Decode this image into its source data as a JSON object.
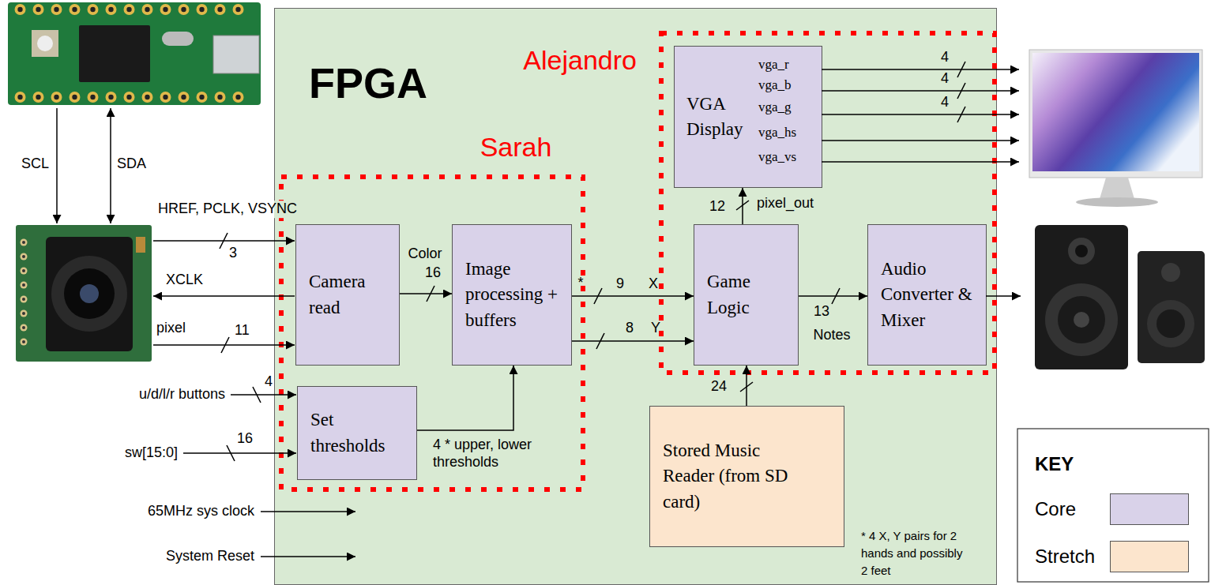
{
  "diagram": {
    "nodes": [
      {
        "text": [
          "FPGA"
        ]
      },
      {
        "text": [
          "Alejandro"
        ],
        "in": 0
      },
      {
        "text": [
          "VGA Display",
          "vga_r",
          "vga_b",
          "vga_g",
          "vga_hs",
          "vga_vs"
        ],
        "in": 1
      },
      {
        "text": [
          "Sarah"
        ],
        "in": 0
      },
      {
        "text": [
          "Camera read"
        ],
        "in": 3
      },
      {
        "text": [
          "Image processing + buffers"
        ],
        "in": 3
      },
      {
        "text": [
          "Set thresholds"
        ],
        "in": 3
      },
      {
        "text": [
          "Game Logic"
        ],
        "in": 1
      },
      {
        "text": [
          "Audio Converter & Mixer"
        ],
        "in": 1
      },
      {
        "text": [
          "Stored Music Reader (from SD card)"
        ],
        "in": 0
      }
    ],
    "edges": [
      {
        "from": 4,
        "to": 5,
        "arrow": "to",
        "label": "Color"
      },
      {
        "from": 6,
        "to": 5,
        "arrow": "to",
        "label": "4 * upper, lower thresholds"
      },
      {
        "from": 5,
        "to": 7,
        "arrow": "to",
        "label": "X"
      },
      {
        "from": 5,
        "to": 7,
        "arrow": "to",
        "label": "Y"
      },
      {
        "from": 7,
        "to": 2,
        "arrow": "to",
        "label": "pixel_out"
      },
      {
        "from": 7,
        "to": 8,
        "arrow": "to",
        "label": "Notes"
      },
      {
        "from": 9,
        "to": 7,
        "arrow": "to"
      }
    ],
    "labels": [
      "SCL",
      "SDA",
      "HREF, PCLK, VSYNC",
      "3",
      "XCLK",
      "pixel",
      "11",
      "u/d/l/r buttons",
      "4",
      "sw[15:0]",
      "16",
      "65MHz sys clock",
      "System Reset",
      "16",
      "*",
      "9",
      "8",
      "12",
      "13",
      "24",
      "4",
      "4",
      "4",
      "KEY",
      "* 4 X, Y pairs for 2 hands and possibly 2 feet"
    ],
    "legend": [
      {
        "text": "Core",
        "color": "#d9d2e9"
      },
      {
        "text": "Stretch",
        "color": "#fce5cd"
      }
    ]
  }
}
